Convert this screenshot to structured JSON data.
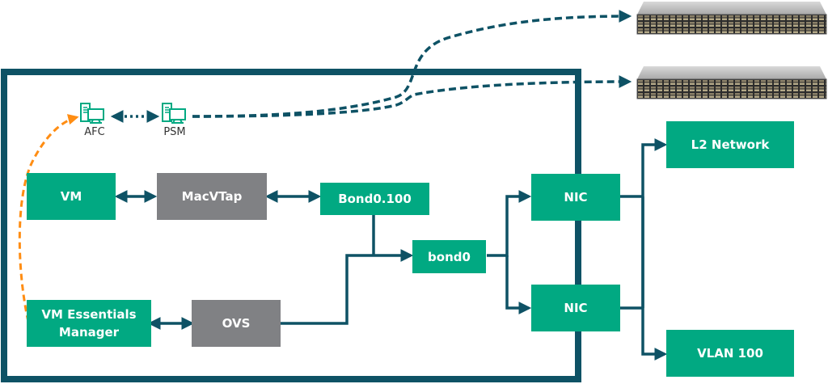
{
  "diagram": {
    "colors": {
      "green": "#01a982",
      "grey": "#808184",
      "line": "#0e5265",
      "orange": "#ff8d13"
    },
    "nodes": {
      "vm": "VM",
      "macvtap": "MacVTap",
      "bond0_100": "Bond0.100",
      "bond0": "bond0",
      "vm_essentials_line1": "VM Essentials",
      "vm_essentials_line2": "Manager",
      "ovs": "OVS",
      "nic1": "NIC",
      "nic2": "NIC",
      "l2_network": "L2 Network",
      "vlan100": "VLAN 100"
    },
    "icons": {
      "afc": {
        "label": "AFC",
        "icon": "server-workstation-icon"
      },
      "psm": {
        "label": "PSM",
        "icon": "server-workstation-icon"
      }
    },
    "switches": [
      {
        "name": "network-switch-1",
        "icon": "network-switch-icon"
      },
      {
        "name": "network-switch-2",
        "icon": "network-switch-icon"
      }
    ]
  }
}
